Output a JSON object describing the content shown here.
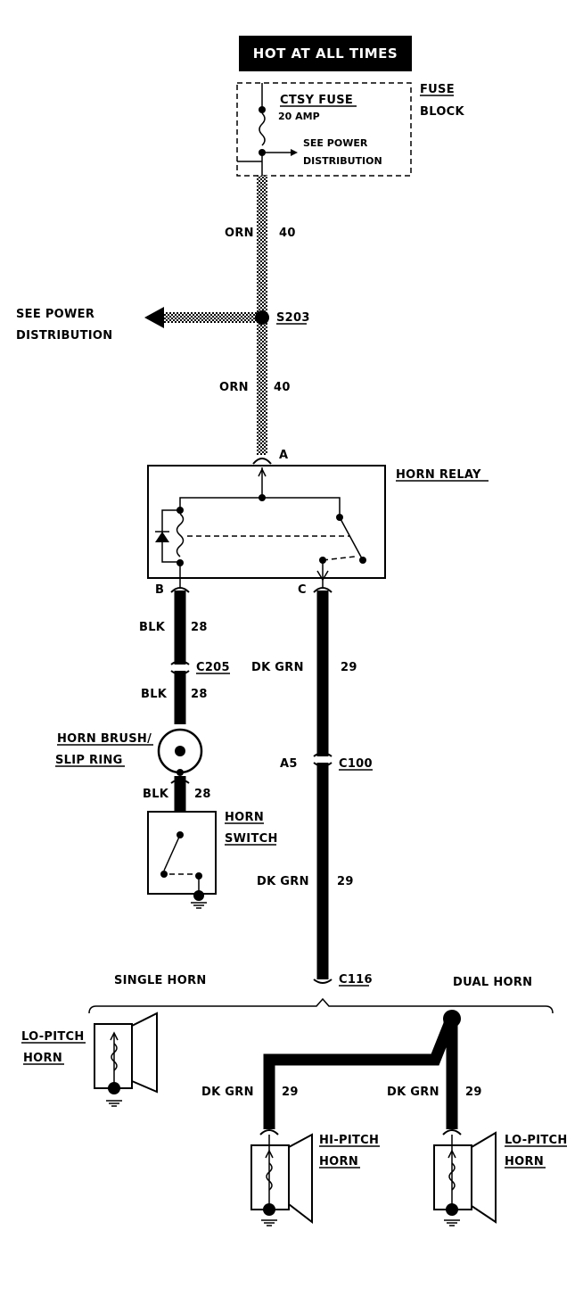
{
  "banner": {
    "text": "HOT AT ALL TIMES"
  },
  "fuse_block": {
    "fuse_name": "CTSY  FUSE",
    "fuse_rating": "20 AMP",
    "see_power_1": "SEE POWER",
    "see_power_2": "DISTRIBUTION",
    "block_label_1": "FUSE",
    "block_label_2": "BLOCK"
  },
  "wires": {
    "orn_upper_color": "ORN",
    "orn_upper_num": "40",
    "orn_lower_color": "ORN",
    "orn_lower_num": "40",
    "blk_upper_color": "BLK",
    "blk_upper_num": "28",
    "blk_mid_color": "BLK",
    "blk_mid_num": "28",
    "blk_lower_color": "BLK",
    "blk_lower_num": "28",
    "dkgrn_1_color": "DK GRN",
    "dkgrn_1_num": "29",
    "dkgrn_2_color": "DK GRN",
    "dkgrn_2_num": "29",
    "dkgrn_hi_color": "DK GRN",
    "dkgrn_hi_num": "29",
    "dkgrn_lo_color": "DK GRN",
    "dkgrn_lo_num": "29"
  },
  "splice": {
    "name": "S203",
    "see_power_1": "SEE POWER",
    "see_power_2": "DISTRIBUTION"
  },
  "relay": {
    "name": "HORN RELAY",
    "pin_a": "A",
    "pin_b": "B",
    "pin_c": "C"
  },
  "connectors": {
    "c205": "C205",
    "c100": "C100",
    "c100_pin": "A5",
    "c116": "C116"
  },
  "horn_brush": {
    "line1": "HORN BRUSH/",
    "line2": "SLIP RING"
  },
  "horn_switch": {
    "line1": "HORN",
    "line2": "SWITCH"
  },
  "sections": {
    "single": "SINGLE HORN",
    "dual": "DUAL HORN"
  },
  "horns": {
    "single_lo_1": "LO-PITCH",
    "single_lo_2": "HORN",
    "hi_1": "HI-PITCH",
    "hi_2": "HORN",
    "lo_1": "LO-PITCH",
    "lo_2": "HORN"
  }
}
